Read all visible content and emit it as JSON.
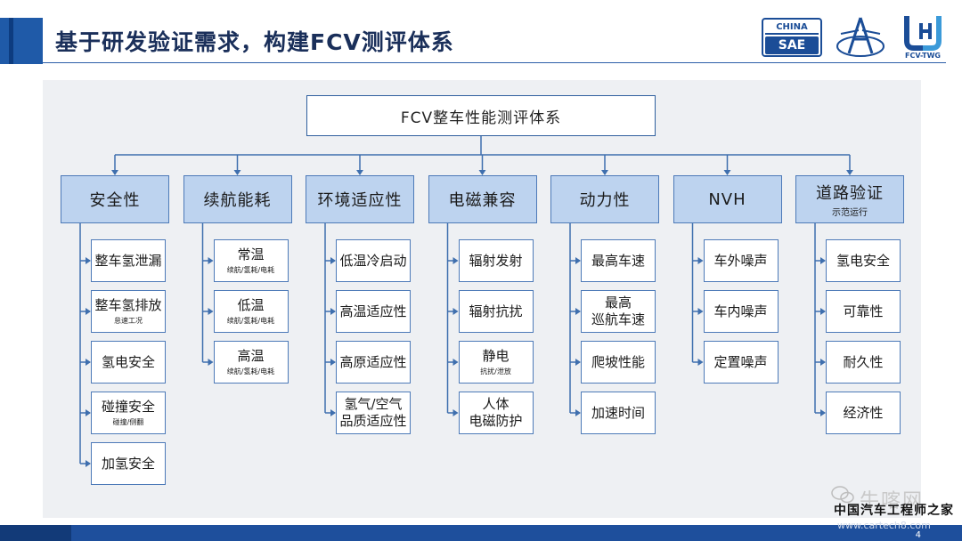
{
  "header": {
    "title": "基于研发验证需求，构建FCV测评体系"
  },
  "logos": {
    "sae_top": "CHINA",
    "sae_bottom": "SAE",
    "fcv_caption": "FCV-TWG"
  },
  "diagram": {
    "root": "FCV整车性能测评体系",
    "categories": [
      {
        "label": "安全性",
        "sub": "",
        "items": [
          {
            "label": "整车氢泄漏",
            "note": ""
          },
          {
            "label": "整车氢排放",
            "note": "怠速工况"
          },
          {
            "label": "氢电安全",
            "note": ""
          },
          {
            "label": "碰撞安全",
            "note": "碰撞/侧翻"
          },
          {
            "label": "加氢安全",
            "note": ""
          }
        ]
      },
      {
        "label": "续航能耗",
        "sub": "",
        "items": [
          {
            "label": "常温",
            "note": "续航/氢耗/电耗"
          },
          {
            "label": "低温",
            "note": "续航/氢耗/电耗"
          },
          {
            "label": "高温",
            "note": "续航/氢耗/电耗"
          }
        ]
      },
      {
        "label": "环境适应性",
        "sub": "",
        "items": [
          {
            "label": "低温冷启动",
            "note": ""
          },
          {
            "label": "高温适应性",
            "note": ""
          },
          {
            "label": "高原适应性",
            "note": ""
          },
          {
            "label": "氢气/空气\n品质适应性",
            "note": ""
          }
        ]
      },
      {
        "label": "电磁兼容",
        "sub": "",
        "items": [
          {
            "label": "辐射发射",
            "note": ""
          },
          {
            "label": "辐射抗扰",
            "note": ""
          },
          {
            "label": "静电",
            "note": "抗扰/泄放"
          },
          {
            "label": "人体\n电磁防护",
            "note": ""
          }
        ]
      },
      {
        "label": "动力性",
        "sub": "",
        "items": [
          {
            "label": "最高车速",
            "note": ""
          },
          {
            "label": "最高\n巡航车速",
            "note": ""
          },
          {
            "label": "爬坡性能",
            "note": ""
          },
          {
            "label": "加速时间",
            "note": ""
          }
        ]
      },
      {
        "label": "NVH",
        "sub": "",
        "items": [
          {
            "label": "车外噪声",
            "note": ""
          },
          {
            "label": "车内噪声",
            "note": ""
          },
          {
            "label": "定置噪声",
            "note": ""
          }
        ]
      },
      {
        "label": "道路验证",
        "sub": "示范运行",
        "items": [
          {
            "label": "氢电安全",
            "note": ""
          },
          {
            "label": "可靠性",
            "note": ""
          },
          {
            "label": "耐久性",
            "note": ""
          },
          {
            "label": "经济性",
            "note": ""
          }
        ]
      }
    ]
  },
  "watermark": {
    "brand": "牛喀网",
    "slogan": "中国汽车工程师之家",
    "url": "www.cartech8.com"
  },
  "footer": {
    "page_number": "4"
  },
  "colors": {
    "primary_blue": "#1f5aa8",
    "category_fill": "#bdd3ef",
    "box_border": "#4d7ab8",
    "panel_bg": "#eef0f3"
  }
}
